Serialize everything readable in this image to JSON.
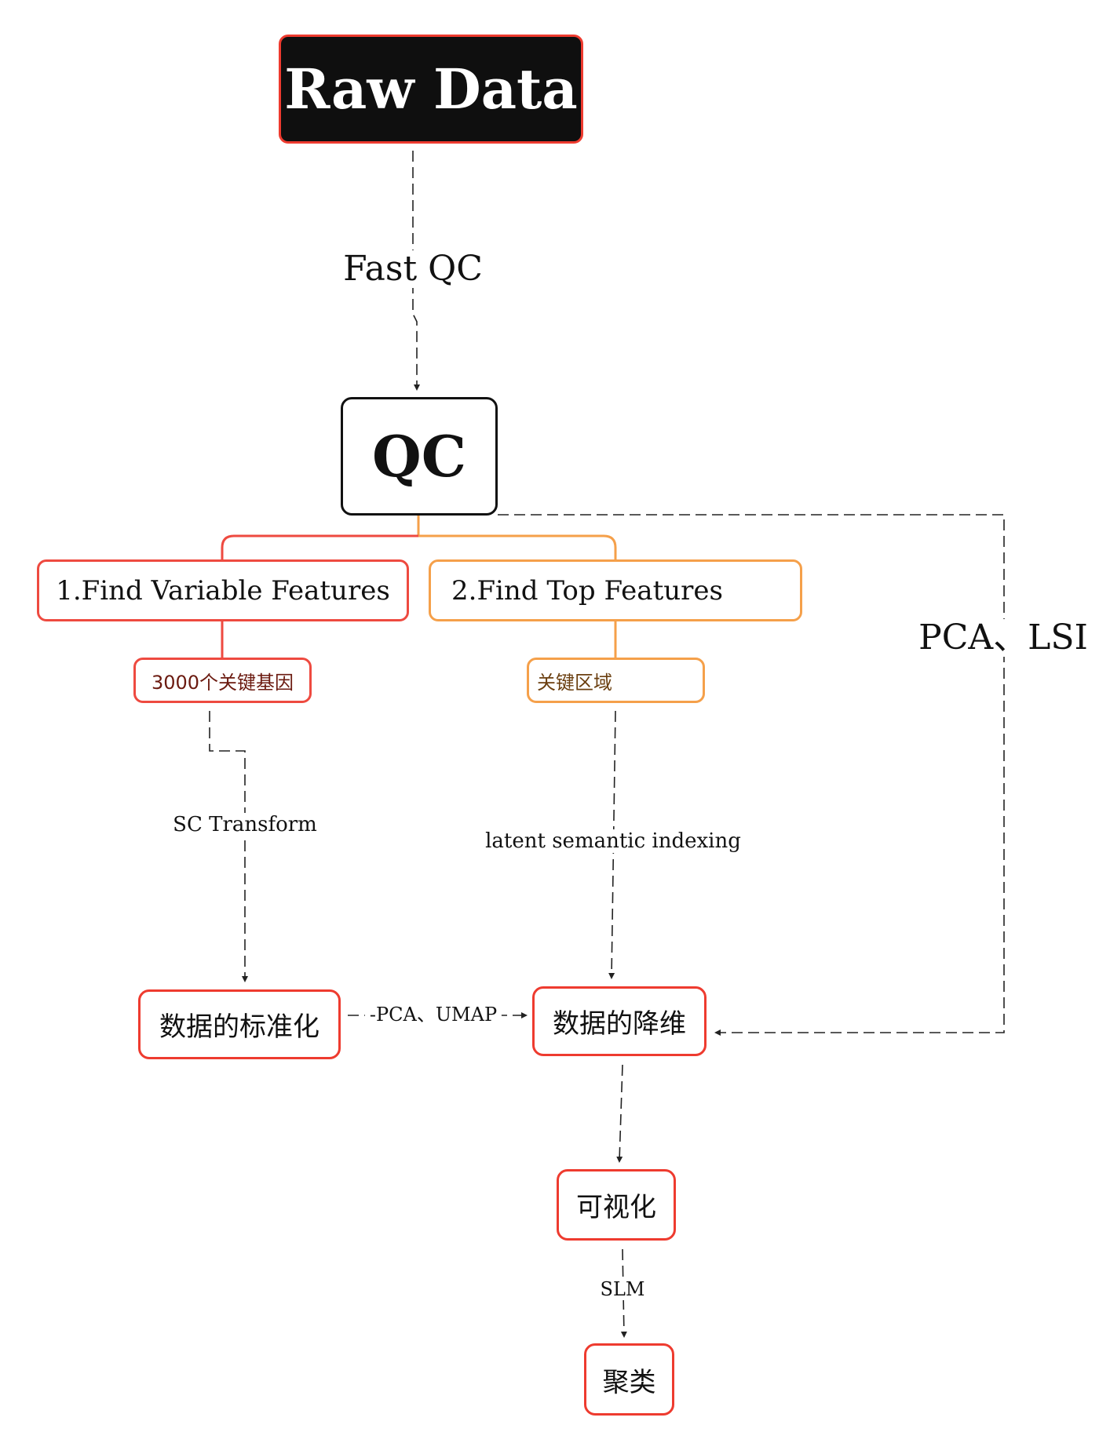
{
  "diagram": {
    "title": "Single-cell analysis workflow",
    "colors": {
      "red_border": "#ee3b2f",
      "orange_border": "#f5a04a",
      "dark_fill": "#0f0f0f",
      "black_border": "#111111",
      "sub_red_text": "#6b1a10",
      "sub_orange_text": "#6b3f10",
      "dash_line": "#222222"
    },
    "nodes": {
      "raw_data": "Raw Data",
      "qc": "QC",
      "find_variable_features": "1.Find Variable Features",
      "find_top_features": "2.Find Top Features",
      "key_genes": "3000个关键基因",
      "key_regions": "关键区域",
      "normalization": "数据的标准化",
      "dim_reduction": "数据的降维",
      "visualization": "可视化",
      "clustering": "聚类"
    },
    "edge_labels": {
      "fast_qc": "Fast QC",
      "pca_lsi": "PCA、LSI",
      "sc_transform": "SC Transform",
      "lsi": "latent semantic indexing",
      "pca_umap": "-PCA、UMAP",
      "slm": "SLM"
    },
    "edges": [
      {
        "from": "raw_data",
        "to": "qc",
        "label": "fast_qc",
        "style": "dashed"
      },
      {
        "from": "qc",
        "to": "find_variable_features",
        "style": "solid-red"
      },
      {
        "from": "qc",
        "to": "find_top_features",
        "style": "solid-orange"
      },
      {
        "from": "qc",
        "to": "dim_reduction",
        "label": "pca_lsi",
        "style": "dashed"
      },
      {
        "from": "find_variable_features",
        "to": "key_genes",
        "style": "solid-red"
      },
      {
        "from": "find_top_features",
        "to": "key_regions",
        "style": "solid-orange"
      },
      {
        "from": "key_genes",
        "to": "normalization",
        "label": "sc_transform",
        "style": "dashed"
      },
      {
        "from": "key_regions",
        "to": "dim_reduction",
        "label": "lsi",
        "style": "dashed"
      },
      {
        "from": "normalization",
        "to": "dim_reduction",
        "label": "pca_umap",
        "style": "dashed"
      },
      {
        "from": "dim_reduction",
        "to": "visualization",
        "style": "dashed"
      },
      {
        "from": "visualization",
        "to": "clustering",
        "label": "slm",
        "style": "dashed"
      }
    ]
  }
}
